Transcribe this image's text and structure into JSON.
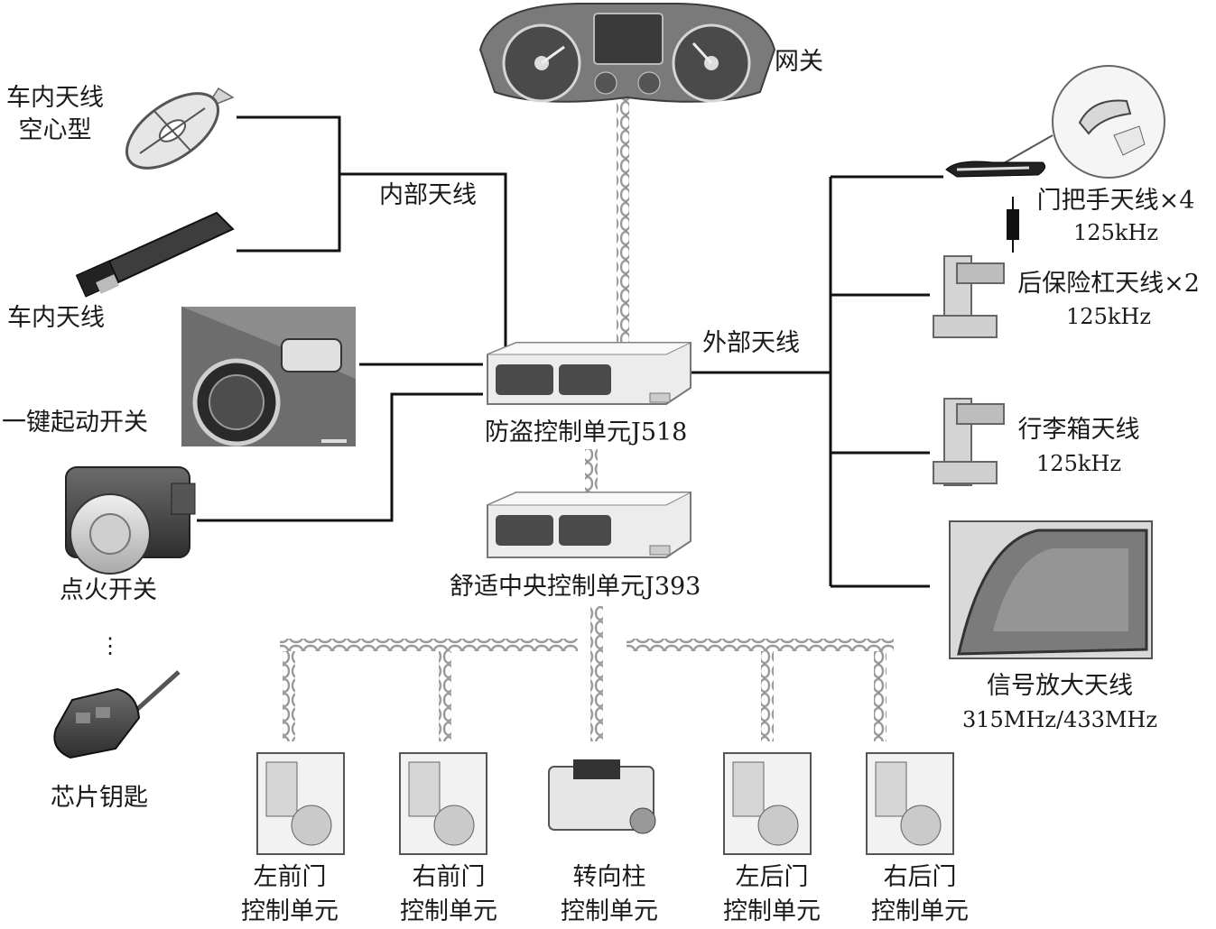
{
  "gateway": "网关",
  "internal_antenna": "内部天线",
  "external_antenna": "外部天线",
  "left": {
    "hollow_antenna": [
      "车内天线",
      "空心型"
    ],
    "inner_antenna": "车内天线",
    "start_button": "一键起动开关",
    "ignition_switch": "点火开关",
    "ellipsis": "⋮",
    "chip_key": "芯片钥匙"
  },
  "center": {
    "j518": "防盗控制单元J518",
    "j393": "舒适中央控制单元J393"
  },
  "right": {
    "door_handle": {
      "name": "门把手天线×4",
      "freq": "125kHz"
    },
    "rear_bumper": {
      "name": "后保险杠天线×2",
      "freq": "125kHz"
    },
    "trunk": {
      "name": "行李箱天线",
      "freq": "125kHz"
    },
    "amplifier": {
      "name": "信号放大天线",
      "freq": "315MHz/433MHz"
    }
  },
  "bottom": [
    {
      "line1": "左前门",
      "line2": "控制单元"
    },
    {
      "line1": "右前门",
      "line2": "控制单元"
    },
    {
      "line1": "转向柱",
      "line2": "控制单元"
    },
    {
      "line1": "左后门",
      "line2": "控制单元"
    },
    {
      "line1": "右后门",
      "line2": "控制单元"
    }
  ]
}
